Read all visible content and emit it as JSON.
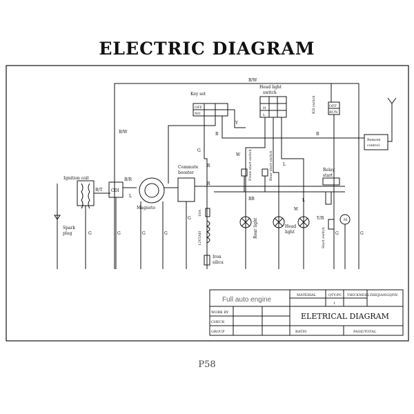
{
  "title": "ELECTRIC  DIAGRAM",
  "page_number": "P58",
  "wires": {
    "bw_top": "B/W",
    "bw_left": "B/W",
    "y": "Y",
    "b": "B",
    "br": "B/R",
    "l": "L",
    "g": "G",
    "r": "R",
    "w": "W",
    "bb": "BB",
    "yr": "Y/R",
    "bt": "B/T",
    "bw2": "B/W"
  },
  "components": {
    "key_set": "Key set",
    "key_off": "OFF",
    "key_on": "NO",
    "headlight_switch": "Head light",
    "headlight_switch2": "switch",
    "hs_h": "H",
    "hs_l": "L",
    "kill_switch": "Kill switch",
    "kill_off": "OFF",
    "kill_run": "RUN",
    "remote_control": "Remote",
    "remote_control2": "control",
    "ignition_coil": "Ignition coil",
    "cdi": "CDI",
    "magneto": "Magneto",
    "commute_booster": "Commute",
    "commute_booster2": "booster",
    "relay_start": "Relay",
    "relay_start2": "start",
    "spark_plug": "Spark",
    "spark_plug2": "plug",
    "fuse": "10A",
    "battery": "12V5AH",
    "iron_silica": "Iron",
    "iron_silica2": "silica",
    "rear_light": "Rear light",
    "head_light": "Head",
    "head_light2": "light",
    "front_brake": "Front start switch",
    "rear_brake": "Rear start switch",
    "start_switch": "Start switch",
    "motor": "M"
  },
  "title_block": {
    "engine": "Full auto engine",
    "material": "MATERIAL",
    "qty": "QTY/PC",
    "thickness": "THICKNESS",
    "company": "ZHEJIANGQIYE",
    "qty_value": "1",
    "work_by": "WORK BY",
    "check": "CHECK",
    "groups": "GROUP",
    "drawing_title": "ELETRICAL  DIAGRAM",
    "ratio": "RATIO",
    "page_total": "PAGE/TOTAL"
  }
}
